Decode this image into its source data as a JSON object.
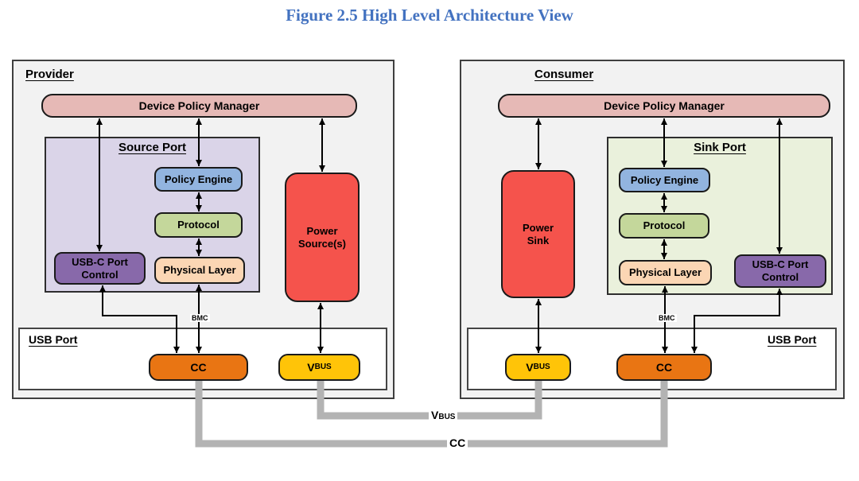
{
  "title": "Figure 2.5 High Level Architecture View",
  "provider": {
    "label": "Provider",
    "device_policy_manager": "Device Policy Manager",
    "section_label": "Source Port",
    "policy_engine": "Policy Engine",
    "protocol": "Protocol",
    "physical_layer": "Physical Layer",
    "usb_c_port_control": "USB-C Port\nControl",
    "power_block": "Power\nSource(s)",
    "usb_port_label": "USB Port",
    "cc": "CC",
    "vbus_v": "V",
    "vbus_sub": "BUS",
    "bmc": "BMC"
  },
  "consumer": {
    "label": "Consumer",
    "device_policy_manager": "Device Policy Manager",
    "section_label": "Sink Port",
    "policy_engine": "Policy Engine",
    "protocol": "Protocol",
    "physical_layer": "Physical Layer",
    "usb_c_port_control": "USB-C Port\nControl",
    "power_block": "Power\nSink",
    "usb_port_label": "USB Port",
    "cc": "CC",
    "vbus_v": "V",
    "vbus_sub": "BUS",
    "bmc": "BMC"
  },
  "cable": {
    "vbus_v": "V",
    "vbus_sub": "BUS",
    "cc": "CC"
  },
  "colors": {
    "title_text": "#4372C0",
    "panel_fill": "#F2F2F2",
    "dpm_fill": "#E6B9B6",
    "source_port_fill": "#DAD4E8",
    "sink_port_fill": "#EAF1DC",
    "policy_engine_fill": "#92B4DF",
    "protocol_fill": "#C4D79B",
    "physical_layer_fill": "#FBD6B4",
    "usb_c_port_control_fill": "#8869AA",
    "power_fill": "#F5534C",
    "cc_fill": "#E97513",
    "vbus_fill": "#FFC408",
    "cable_wire": "#B3B3B3",
    "arrow": "#000000"
  }
}
